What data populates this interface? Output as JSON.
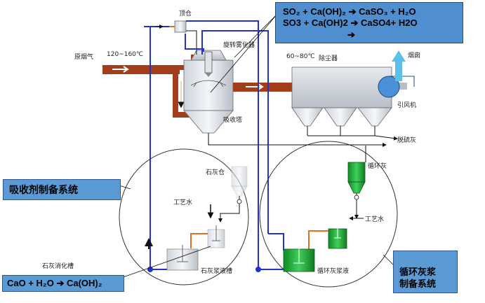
{
  "labels": {
    "top_silo": "顶仓",
    "flue_gas": "原烟气",
    "inlet_temp": "120~160℃",
    "atomizer": "旋转雾化器",
    "outlet_temp": "60~80℃",
    "dust_collector": "除尘器",
    "stack": "烟囱",
    "fan": "引风机",
    "absorber": "吸收塔",
    "desulf_ash": "脱硫灰",
    "recycle_ash": "循环灰",
    "lime_silo": "石灰仓",
    "process_water_left": "工艺水",
    "process_water_right": "工艺水",
    "slaker": "石灰消化槽",
    "lime_slurry_tank": "石灰浆液槽",
    "recycle_slurry": "循环灰浆液"
  },
  "systems": {
    "absorbent": "吸收剂制备系统",
    "recycle": "循环灰浆\n制备系统"
  },
  "equations": {
    "r1_lhs": "SO₂ + Ca(OH)₂",
    "r1_rhs": "CaSO₃  + H₂O",
    "r2_lhs": "SO3 + Ca(OH)2",
    "r2_rhs": "CaSO4+ H2O",
    "r3_arrow": "➔",
    "slaking_lhs": "CaO + H₂O",
    "slaking_rhs": "Ca(OH)₂"
  },
  "colors": {
    "flue_duct": "#a23f1a",
    "slurry_line": "#2233cc",
    "stack_arrow": "#5bc0ea",
    "green_tank": "#1fa535",
    "box_fill": "#5b9bd5"
  }
}
